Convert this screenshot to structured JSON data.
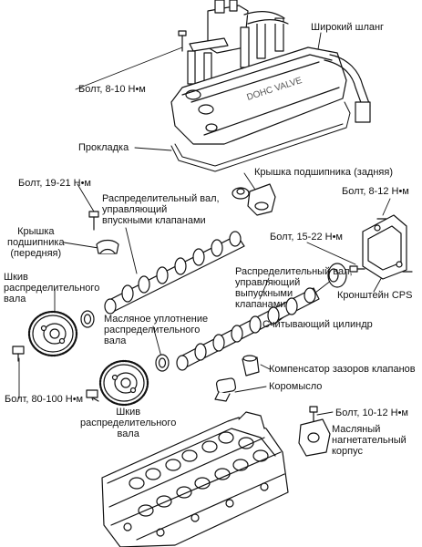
{
  "colors": {
    "ink": "#111111",
    "paper": "#ffffff",
    "shade": "#9a9a9a"
  },
  "labels": {
    "wide_hose": "Широкий шланг",
    "bolt_8_10": "Болт, 8-10 Н•м",
    "gasket": "Прокладка",
    "bearing_cap_rear": "Крышка подшипника (задняя)",
    "bolt_19_21": "Болт, 19-21 Н•м",
    "bolt_8_12": "Болт, 8-12 Н•м",
    "intake_cam": [
      "Распределительный вал,",
      "управляющий",
      "впускными клапанами"
    ],
    "bearing_cap_front": [
      "Крышка",
      "подшипника",
      "(передняя)"
    ],
    "bolt_15_22": "Болт, 15-22 Н•м",
    "exhaust_cam": [
      "Распределительный вал,",
      "управляющий",
      "выпускными",
      "клапанами"
    ],
    "pulley_upper": [
      "Шкив",
      "распределительного",
      "вала"
    ],
    "cps_bracket": "Кронштейн CPS",
    "cam_seal": [
      "Масляное уплотнение",
      "распределительного",
      "вала"
    ],
    "reading_cylinder": "Считывающий цилиндр",
    "lash_adjuster": "Компенсатор зазоров клапанов",
    "rocker_arm": "Коромысло",
    "bolt_80_100": "Болт, 80-100 Н•м",
    "pulley_lower": [
      "Шкив",
      "распределительного",
      "вала"
    ],
    "bolt_10_12": "Болт, 10-12 Н•м",
    "oil_housing": [
      "Масляный",
      "нагнетательный",
      "корпус"
    ]
  }
}
